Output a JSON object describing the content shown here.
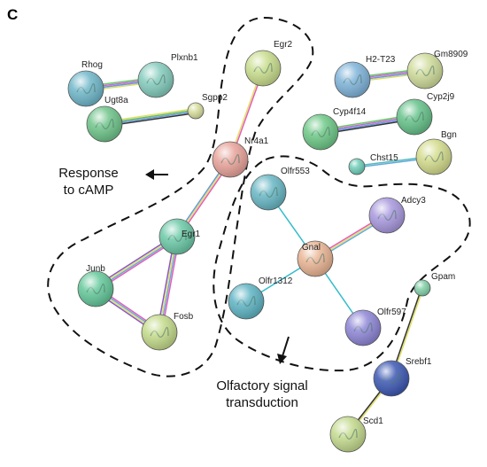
{
  "panel_label": "C",
  "clusters": [
    {
      "label_lines": [
        "Response",
        "to cAMP"
      ]
    },
    {
      "label_lines": [
        "Olfactory signal",
        "transduction"
      ]
    }
  ],
  "nodes": [
    {
      "id": "Rhog",
      "label": "Rhog",
      "color": "#6fb7c9"
    },
    {
      "id": "Plxnb1",
      "label": "Plxnb1",
      "color": "#84cbbd"
    },
    {
      "id": "Sgpp2",
      "label": "Sgpp2",
      "color": "#d6dc9c"
    },
    {
      "id": "Ugt8a",
      "label": "Ugt8a",
      "color": "#6fc48a"
    },
    {
      "id": "Egr2",
      "label": "Egr2",
      "color": "#c9dd8d"
    },
    {
      "id": "Nr4a1",
      "label": "Nr4a1",
      "color": "#e8a39a"
    },
    {
      "id": "H2-T23",
      "label": "H2-T23",
      "color": "#7fb3d9"
    },
    {
      "id": "Gm8909",
      "label": "Gm8909",
      "color": "#cfdb9a"
    },
    {
      "id": "Cyp4f14",
      "label": "Cyp4f14",
      "color": "#6ec887"
    },
    {
      "id": "Cyp2j9",
      "label": "Cyp2j9",
      "color": "#66c28a"
    },
    {
      "id": "Chst15",
      "label": "Chst15",
      "color": "#6fcdb8"
    },
    {
      "id": "Bgn",
      "label": "Bgn",
      "color": "#d4db8c"
    },
    {
      "id": "Olfr553",
      "label": "Olfr553",
      "color": "#68b7c4"
    },
    {
      "id": "Adcy3",
      "label": "Adcy3",
      "color": "#a999de"
    },
    {
      "id": "Gnal",
      "label": "Gnal",
      "color": "#e9b493"
    },
    {
      "id": "Egr1",
      "label": "Egr1",
      "color": "#6cc9a8"
    },
    {
      "id": "Junb",
      "label": "Junb",
      "color": "#64c89a"
    },
    {
      "id": "Fosb",
      "label": "Fosb",
      "color": "#c4da8a"
    },
    {
      "id": "Olfr1312",
      "label": "Olfr1312",
      "color": "#5fb4c4"
    },
    {
      "id": "Olfr597",
      "label": "Olfr597",
      "color": "#8e86d6"
    },
    {
      "id": "Gpam",
      "label": "Gpam",
      "color": "#82d0a8"
    },
    {
      "id": "Srebf1",
      "label": "Srebf1",
      "color": "#3d58b3"
    },
    {
      "id": "Scd1",
      "label": "Scd1",
      "color": "#c4da8e"
    }
  ],
  "edges": [
    {
      "source": "Rhog",
      "target": "Plxnb1",
      "colors": [
        "#66cc66",
        "#cc66cc",
        "#6699dd",
        "#dddd66"
      ]
    },
    {
      "source": "Ugt8a",
      "target": "Sgpp2",
      "colors": [
        "#e0e066",
        "#66bb66",
        "#6699dd",
        "#333333"
      ]
    },
    {
      "source": "H2-T23",
      "target": "Gm8909",
      "colors": [
        "#66cc66",
        "#cc66cc",
        "#6699dd",
        "#dddd66"
      ]
    },
    {
      "source": "Cyp4f14",
      "target": "Cyp2j9",
      "colors": [
        "#66cc66",
        "#cc66cc",
        "#6699dd",
        "#333333"
      ]
    },
    {
      "source": "Chst15",
      "target": "Bgn",
      "colors": [
        "#55bbbb",
        "#66aadd"
      ]
    },
    {
      "source": "Egr2",
      "target": "Nr4a1",
      "colors": [
        "#e55cb8",
        "#e0e066"
      ]
    },
    {
      "source": "Nr4a1",
      "target": "Egr1",
      "colors": [
        "#e55cb8",
        "#e0e066",
        "#6699dd"
      ]
    },
    {
      "source": "Egr1",
      "target": "Junb",
      "colors": [
        "#e55cb8",
        "#66aadd",
        "#e0e066",
        "#8855cc"
      ]
    },
    {
      "source": "Egr1",
      "target": "Fosb",
      "colors": [
        "#e55cb8",
        "#66aadd",
        "#e0e066",
        "#8855cc"
      ]
    },
    {
      "source": "Junb",
      "target": "Fosb",
      "colors": [
        "#e55cb8",
        "#66aadd",
        "#e0e066",
        "#8855cc"
      ]
    },
    {
      "source": "Olfr553",
      "target": "Gnal",
      "colors": [
        "#33bbcc"
      ]
    },
    {
      "source": "Gnal",
      "target": "Olfr1312",
      "colors": [
        "#33bbcc"
      ]
    },
    {
      "source": "Gnal",
      "target": "Olfr597",
      "colors": [
        "#33bbcc"
      ]
    },
    {
      "source": "Gnal",
      "target": "Adcy3",
      "colors": [
        "#e55cb8",
        "#e0e066",
        "#66aadd"
      ]
    },
    {
      "source": "Gpam",
      "target": "Srebf1",
      "colors": [
        "#e0e066",
        "#333333"
      ]
    },
    {
      "source": "Srebf1",
      "target": "Scd1",
      "colors": [
        "#e0e066",
        "#333333"
      ]
    }
  ]
}
